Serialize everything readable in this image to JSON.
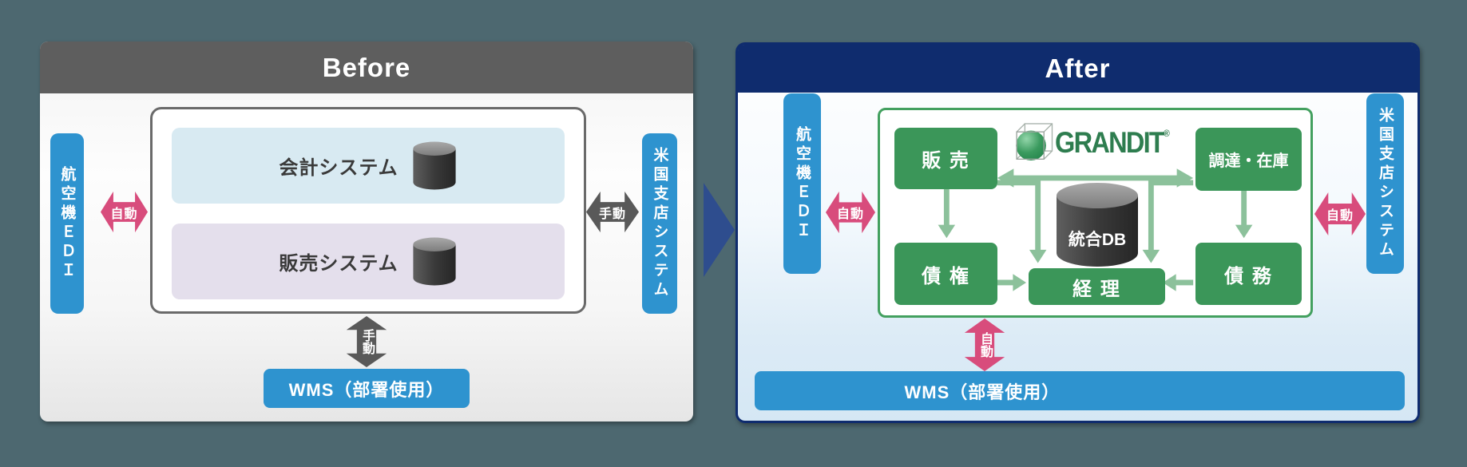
{
  "before": {
    "title": "Before",
    "left_bar": "航空機ＥＤＩ",
    "right_bar": "米国支店システム",
    "systems": [
      {
        "label": "会計システム"
      },
      {
        "label": "販売システム"
      }
    ],
    "arrows": {
      "left": "自動",
      "right": "手動",
      "bottom": "手動"
    },
    "wms": "WMS（部署使用）"
  },
  "after": {
    "title": "After",
    "left_bar": "航空機ＥＤＩ",
    "right_bar": "米国支店システム",
    "logo": {
      "text": "GRANDIT",
      "reg": "®"
    },
    "modules": {
      "sales": "販 売",
      "procurement": "調達・在庫",
      "receivable": "債 権",
      "accounting": "経 理",
      "payable": "債 務",
      "db": "統合DB"
    },
    "arrows": {
      "left": "自動",
      "right": "自動",
      "bottom": "自動"
    },
    "wms": "WMS（部署使用）"
  },
  "colors": {
    "page_bg": "#4d6870",
    "before_header": "#5e5e5e",
    "after_header": "#0f2c6e",
    "bar_blue": "#2e93cf",
    "pink": "#d84c7c",
    "gray_arrow": "#595959",
    "green_module": "#3b9659",
    "green_border": "#43a05f",
    "green_connector": "#8cc19b",
    "acct_box": "#d8eaf2",
    "sales_box": "#e4dfec",
    "mid_arrow": "#2e4d8e",
    "grandit_green": "#2e7d4f"
  }
}
